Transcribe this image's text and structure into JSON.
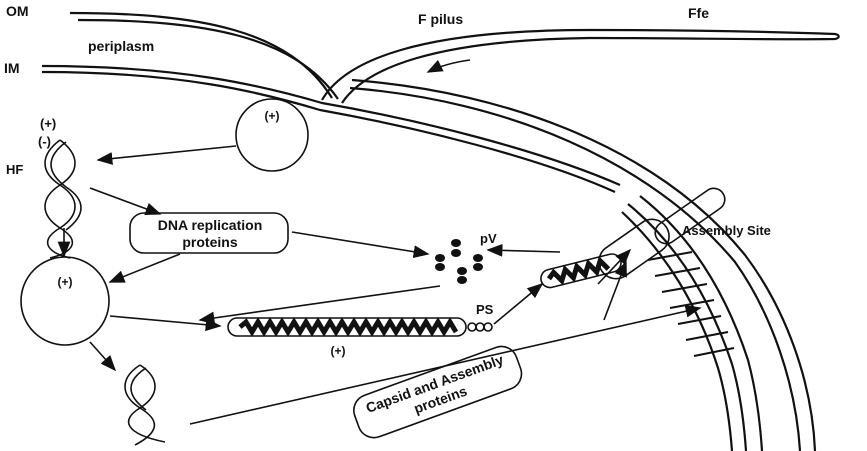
{
  "labels": {
    "om": "OM",
    "periplasm": "periplasm",
    "im": "IM",
    "f_pilus": "F pilus",
    "ffe": "Ffe",
    "plus_top": "(+)",
    "minus_top": "(-)",
    "hf": "HF",
    "circle_top": "(+)",
    "circle_left": "(+)",
    "dna_box_line1": "DNA replication",
    "dna_box_line2": "proteins",
    "pv": "pV",
    "assembly_site": "Assembly Site",
    "ps": "PS",
    "strand_sign": "(+)",
    "capsid_line1": "Capsid and Assembly",
    "capsid_line2": "proteins"
  }
}
